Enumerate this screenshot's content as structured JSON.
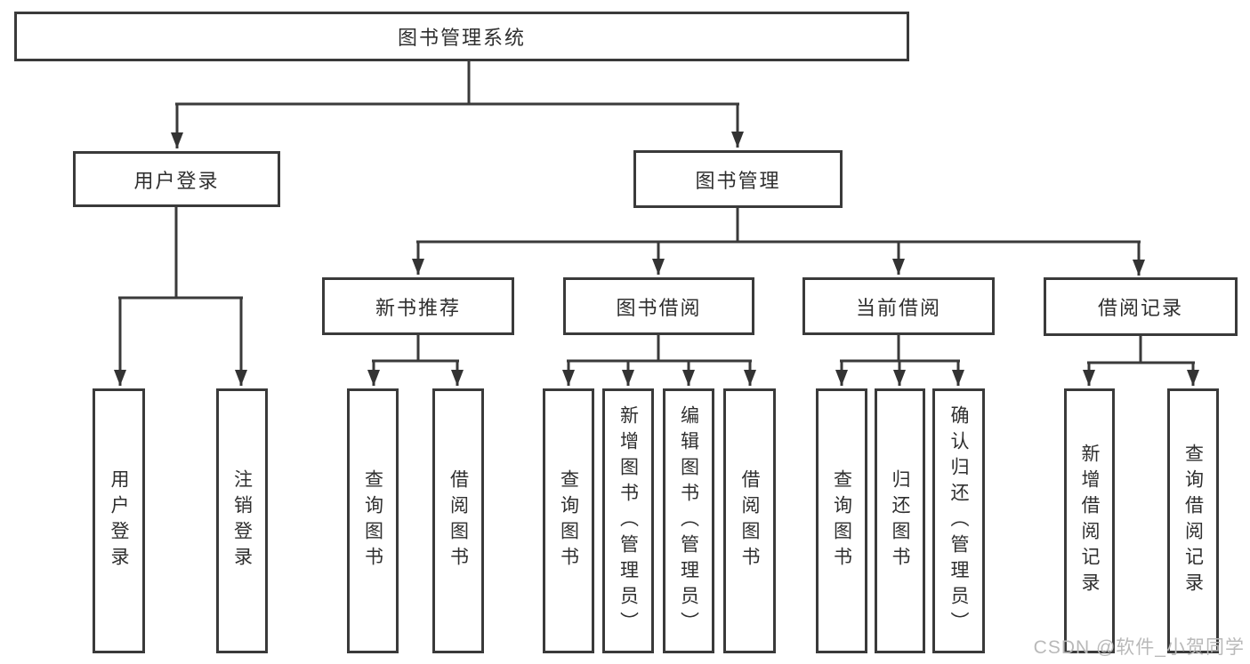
{
  "tree": {
    "root": {
      "label": "图书管理系统"
    },
    "branches": [
      {
        "label": "用户登录",
        "children": [
          "用户登录",
          "注销登录"
        ]
      },
      {
        "label": "图书管理",
        "groups": [
          {
            "label": "新书推荐",
            "children": [
              "查询图书",
              "借阅图书"
            ]
          },
          {
            "label": "图书借阅",
            "children": [
              "查询图书",
              "新增图书（管理员）",
              "编辑图书（管理员）",
              "借阅图书"
            ]
          },
          {
            "label": "当前借阅",
            "children": [
              "查询图书",
              "归还图书",
              "确认归还（管理员）"
            ]
          },
          {
            "label": "借阅记录",
            "children": [
              "新增借阅记录",
              "查询借阅记录"
            ]
          }
        ]
      }
    ]
  },
  "watermark": {
    "text": "CSDN @软件_小贺同学"
  },
  "colors": {
    "line": "#3a3a3a",
    "arrow": "#333333",
    "text": "#2f2f2f",
    "watermark": "#b9b9b9",
    "background": "#ffffff"
  }
}
